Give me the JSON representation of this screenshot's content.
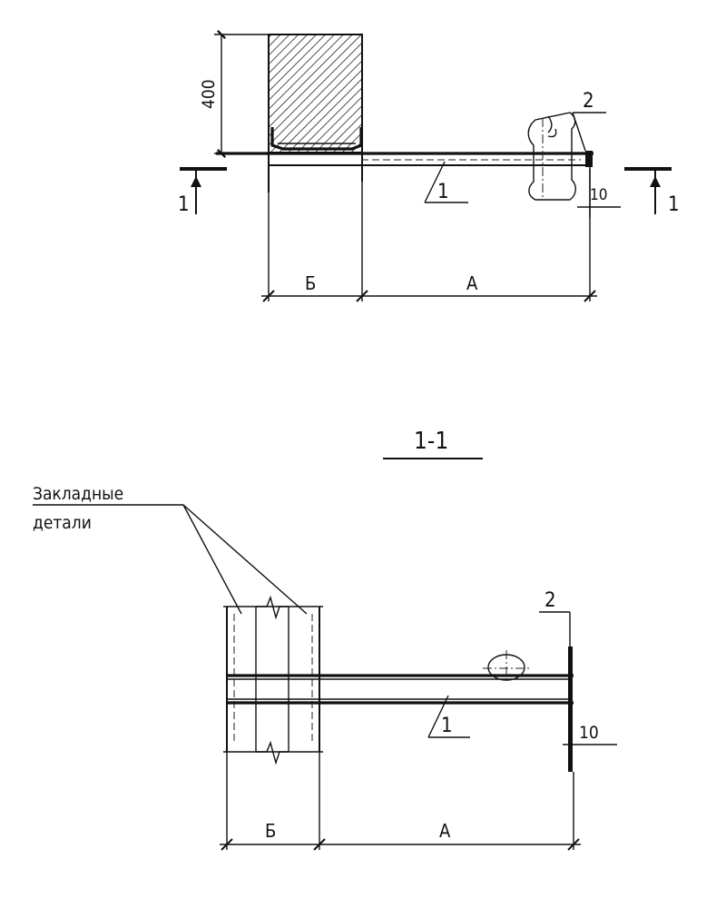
{
  "top_view": {
    "dim_height": "400",
    "leader_part_1": "1",
    "leader_part_2": "2",
    "dim_plate_thickness": "10",
    "dim_b": "Б",
    "dim_a": "А",
    "section_mark_left": "1",
    "section_mark_right": "1"
  },
  "section_view": {
    "title": "1-1",
    "embedded_parts_label_line1": "Закладные",
    "embedded_parts_label_line2": "детали",
    "leader_part_1": "1",
    "leader_part_2": "2",
    "dim_plate_thickness": "10",
    "dim_b": "Б",
    "dim_a": "А"
  }
}
